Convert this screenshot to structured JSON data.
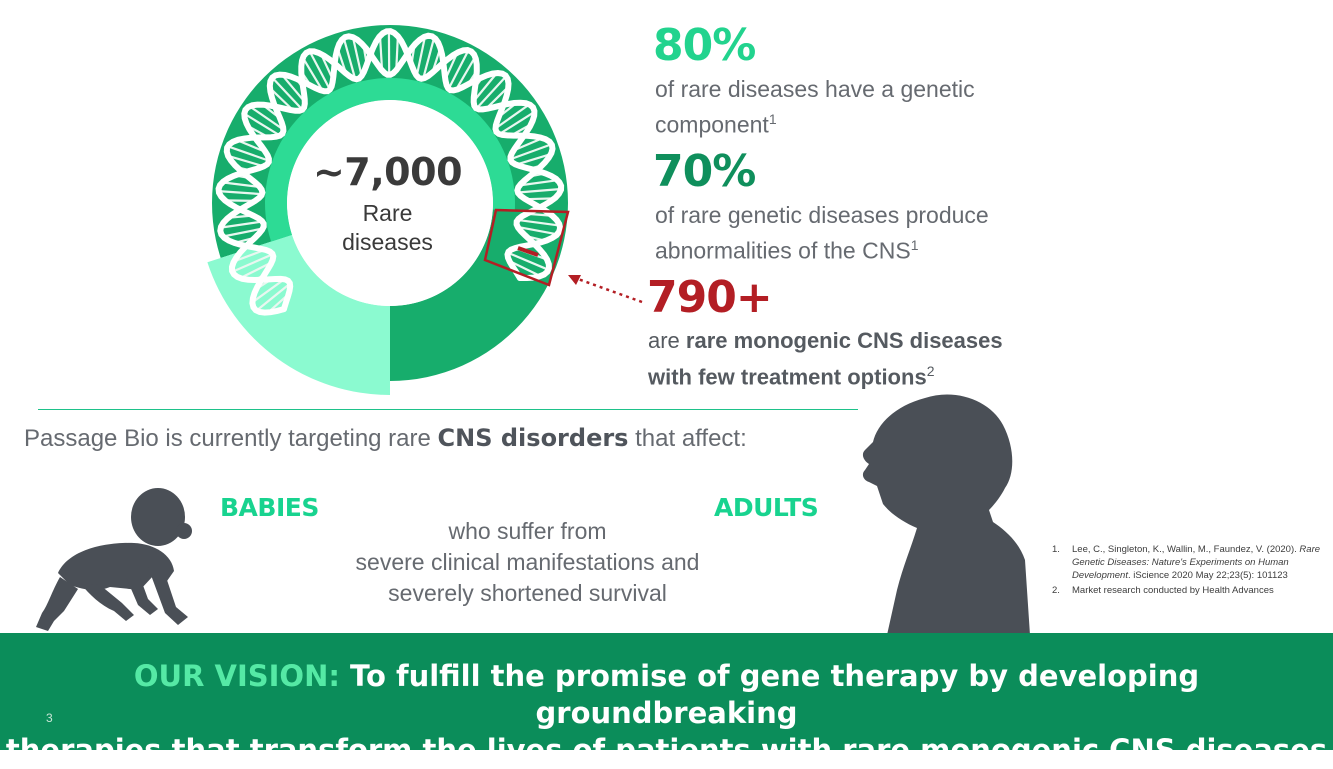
{
  "ring": {
    "count": "~7,000",
    "label_line1": "Rare",
    "label_line2": "diseases",
    "segments": [
      {
        "name": "genetic",
        "percent": 80,
        "color": "#17ad6c"
      },
      {
        "name": "non-genetic",
        "percent": 20,
        "color": "#8bfad0"
      },
      {
        "name": "cns",
        "percent": 70,
        "color": "#2ddb95"
      }
    ],
    "highlight_color": "#b31e24"
  },
  "stats": [
    {
      "number": "80%",
      "color": "#22d38e",
      "text_line1": "of rare diseases have a genetic",
      "text_line2": "component",
      "sup": "1"
    },
    {
      "number": "70%",
      "color": "#0f8f5c",
      "text_line1": "of rare genetic diseases produce",
      "text_line2": "abnormalities of the CNS",
      "sup": "1"
    },
    {
      "number": "790+",
      "color": "#b31e24",
      "text_pre": "are ",
      "text_bold1": "rare monogenic CNS diseases",
      "text_bold2": "with few treatment options",
      "sup": "2"
    }
  ],
  "target": {
    "prefix": "Passage Bio is currently targeting rare ",
    "bold": "CNS disorders",
    "suffix": " that affect:"
  },
  "groups": {
    "babies": "BABIES",
    "adults": "ADULTS",
    "desc_line1": "who suffer from",
    "desc_line2": "severe clinical manifestations and",
    "desc_line3": "severely shortened survival"
  },
  "references": [
    {
      "num": "1.",
      "text_a": "Lee, C., Singleton, K., Wallin, M., Faundez, V. (2020). ",
      "text_italic": "Rare Genetic Diseases: Nature's Experiments on Human Development",
      "text_b": ". iScience 2020 May 22;23(5): 101123"
    },
    {
      "num": "2.",
      "text_a": "Market research conducted by Health Advances",
      "text_italic": "",
      "text_b": ""
    }
  ],
  "vision": {
    "label": "OUR VISION:",
    "line1": " To fulfill the promise of gene therapy by developing groundbreaking",
    "line2": "therapies that transform the lives of patients with rare monogenic CNS diseases"
  },
  "page_number": "3",
  "colors": {
    "banner": "#0b8d5a",
    "silhouette": "#4a4f56",
    "accent_green": "#18d38f",
    "divider": "#1ec28a"
  },
  "icons": [
    "dna-helix-icon",
    "baby-silhouette-icon",
    "adult-silhouette-icon",
    "dotted-arrow-icon"
  ]
}
